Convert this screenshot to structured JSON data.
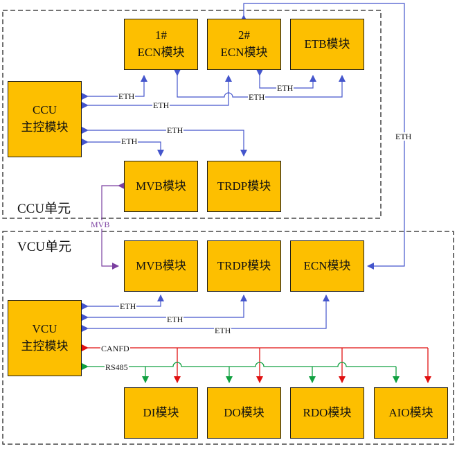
{
  "units": {
    "ccu": {
      "label": "CCU单元"
    },
    "vcu": {
      "label": "VCU单元"
    }
  },
  "blocks": {
    "ccu_main": {
      "line1": "CCU",
      "line2": "主控模块"
    },
    "ecn1": {
      "line1": "1#",
      "line2": "ECN模块"
    },
    "ecn2": {
      "line1": "2#",
      "line2": "ECN模块"
    },
    "etb": {
      "line1": "ETB模块"
    },
    "ccu_mvb": {
      "line1": "MVB模块"
    },
    "ccu_trdp": {
      "line1": "TRDP模块"
    },
    "vcu_main": {
      "line1": "VCU",
      "line2": "主控模块"
    },
    "vcu_mvb": {
      "line1": "MVB模块"
    },
    "vcu_trdp": {
      "line1": "TRDP模块"
    },
    "vcu_ecn": {
      "line1": "ECN模块"
    },
    "di": {
      "line1": "DI模块"
    },
    "do": {
      "line1": "DO模块"
    },
    "rdo": {
      "line1": "RDO模块"
    },
    "aio": {
      "line1": "AIO模块"
    }
  },
  "link_labels": {
    "eth_ecn1": "ETH",
    "eth_ecn2": "ETH",
    "eth_etb": "ETH",
    "eth_ecn_etb": "ETH",
    "eth_trdp": "ETH",
    "eth_mvb": "ETH",
    "eth_right": "ETH",
    "mvb": "MVB",
    "vcu_eth_mvb": "ETH",
    "vcu_eth_trdp": "ETH",
    "vcu_eth_ecn": "ETH",
    "canfd": "CANFD",
    "rs485": "RS485"
  },
  "colors": {
    "block_fill": "#fdbf00",
    "eth_line": "#4455cc",
    "mvb_line": "#7a3fa0",
    "canfd_line": "#e01010",
    "rs485_line": "#10a040"
  }
}
